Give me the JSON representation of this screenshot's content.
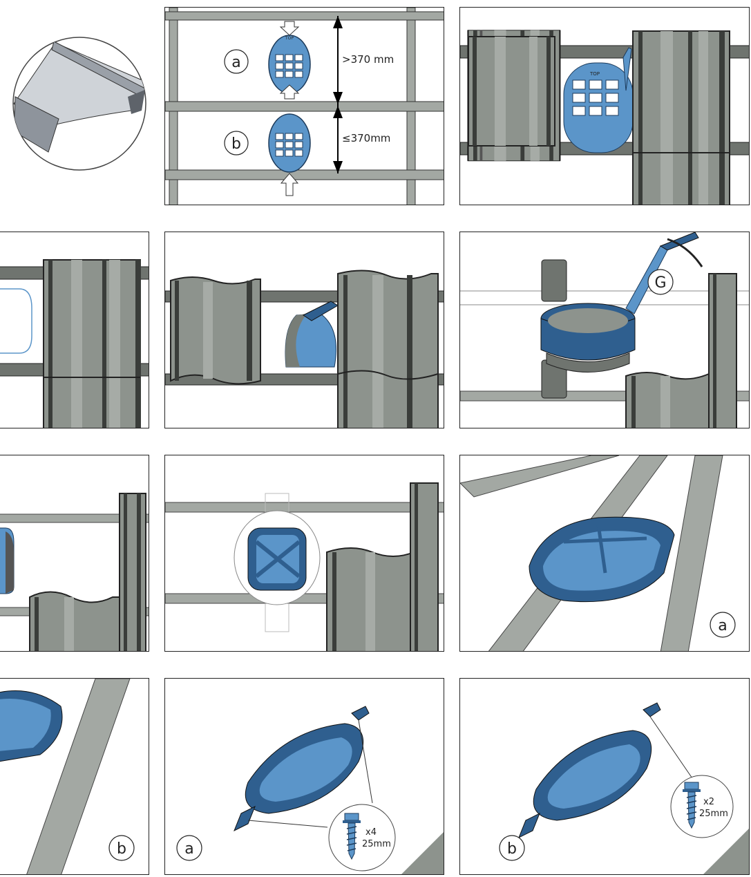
{
  "panel2": {
    "label_a": "a",
    "label_b": "b",
    "dim_gt": ">370 mm",
    "dim_le": "≤370mm",
    "top_mark": "TOP"
  },
  "panel3": {
    "top_mark": "TOP"
  },
  "panel6": {
    "label_g": "G"
  },
  "panel9": {
    "label_a": "a"
  },
  "panel10": {
    "label_b": "b"
  },
  "panel11": {
    "label_a": "a",
    "qty": "x4",
    "size": "25mm"
  },
  "panel12": {
    "label_b": "b",
    "qty": "x2",
    "size": "25mm"
  },
  "colors": {
    "batten": "#a3a8a3",
    "tile": "#8b918b",
    "tile_dark": "#3f433f",
    "flashing_blue": "#5b95c9",
    "flashing_dark": "#2f5f8f"
  }
}
